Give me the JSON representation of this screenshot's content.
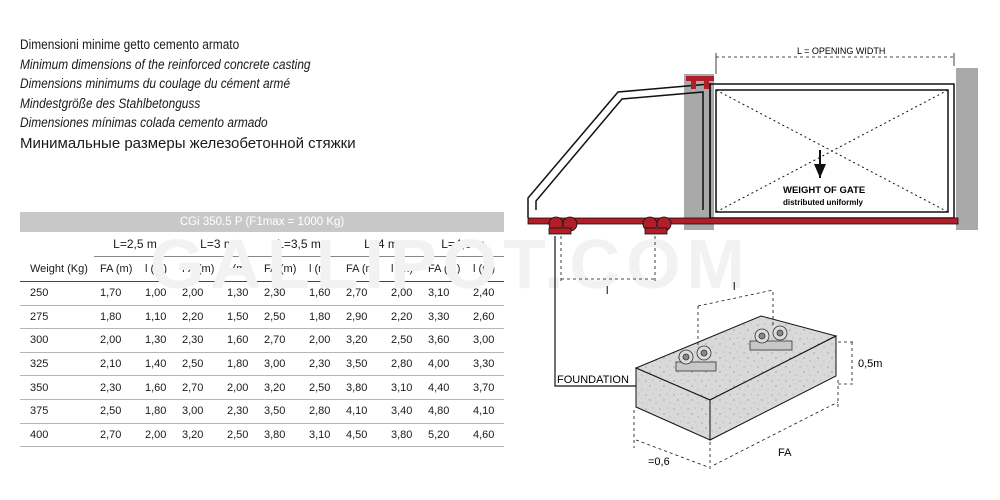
{
  "titles": [
    "Dimensioni minime getto cemento armato",
    "Minimum dimensions of the reinforced concrete casting",
    "Dimensions minimums du coulage du cément armé",
    "Mindestgröße des Stahlbetonguss",
    "Dimensiones mínimas colada cemento armado",
    "Минимальные размеры железобетонной стяжки"
  ],
  "table": {
    "caption": "CGi 350.5 P (F1max = 1000 Kg)",
    "length_headers": [
      "L=2,5 m",
      "L=3 m",
      "L=3,5 m",
      "L=4 m",
      "L=4,5 m"
    ],
    "weight_header": "Weight (Kg)",
    "fa_label": "FA (m)",
    "l_label": "l (m)",
    "rows": [
      {
        "weight": "250",
        "values": [
          "1,70",
          "1,00",
          "2,00",
          "1,30",
          "2,30",
          "1,60",
          "2,70",
          "2,00",
          "3,10",
          "2,40"
        ]
      },
      {
        "weight": "275",
        "values": [
          "1,80",
          "1,10",
          "2,20",
          "1,50",
          "2,50",
          "1,80",
          "2,90",
          "2,20",
          "3,30",
          "2,60"
        ]
      },
      {
        "weight": "300",
        "values": [
          "2,00",
          "1,30",
          "2,30",
          "1,60",
          "2,70",
          "2,00",
          "3,20",
          "2,50",
          "3,60",
          "3,00"
        ]
      },
      {
        "weight": "325",
        "values": [
          "2,10",
          "1,40",
          "2,50",
          "1,80",
          "3,00",
          "2,30",
          "3,50",
          "2,80",
          "4,00",
          "3,30"
        ]
      },
      {
        "weight": "350",
        "values": [
          "2,30",
          "1,60",
          "2,70",
          "2,00",
          "3,20",
          "2,50",
          "3,80",
          "3,10",
          "4,40",
          "3,70"
        ]
      },
      {
        "weight": "375",
        "values": [
          "2,50",
          "1,80",
          "3,00",
          "2,30",
          "3,50",
          "2,80",
          "4,10",
          "3,40",
          "4,80",
          "4,10"
        ]
      },
      {
        "weight": "400",
        "values": [
          "2,70",
          "2,00",
          "3,20",
          "2,50",
          "3,80",
          "3,10",
          "4,50",
          "3,80",
          "5,20",
          "4,60"
        ]
      }
    ]
  },
  "diagram": {
    "opening_width": "L = OPENING WIDTH",
    "weight_of_gate": "WEIGHT OF GATE",
    "distributed": "distributed uniformly",
    "l_top": "l",
    "l_mid": "l",
    "foundation": "FOUNDATION",
    "height": "0,5m",
    "width": "=0,6",
    "fa": "FA",
    "colors": {
      "rail": "#b01e2a",
      "concrete": "#d6d6d6",
      "post": "#a9a9a9"
    }
  },
  "watermark": "GALLIPOT.COM"
}
